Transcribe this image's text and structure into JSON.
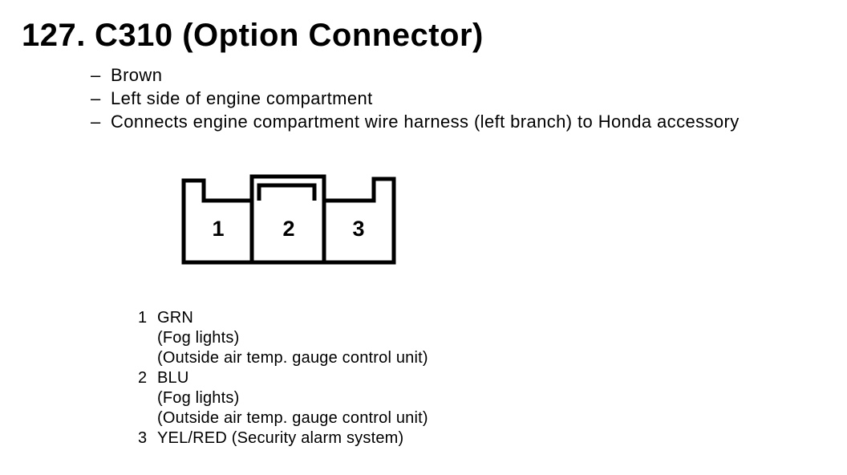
{
  "heading": {
    "number": "127.",
    "title": "C310 (Option Connector)"
  },
  "bullets": [
    {
      "dash": "–",
      "text": "Brown"
    },
    {
      "dash": "–",
      "text": "Left side of engine compartment"
    },
    {
      "dash": "–",
      "text": "Connects engine compartment wire harness (left branch) to Honda accessory"
    }
  ],
  "connector": {
    "cavity_labels": [
      "1",
      "2",
      "3"
    ]
  },
  "pins": [
    {
      "number": "1",
      "label": "GRN",
      "note1": "(Fog lights)",
      "note2": "(Outside air temp. gauge control unit)"
    },
    {
      "number": "2",
      "label": "BLU",
      "note1": "(Fog lights)",
      "note2": "(Outside air temp. gauge control unit)"
    },
    {
      "number": "3",
      "label": "YEL/RED (Security alarm system)"
    }
  ],
  "colors": {
    "ink": "#000000",
    "paper": "#ffffff"
  }
}
